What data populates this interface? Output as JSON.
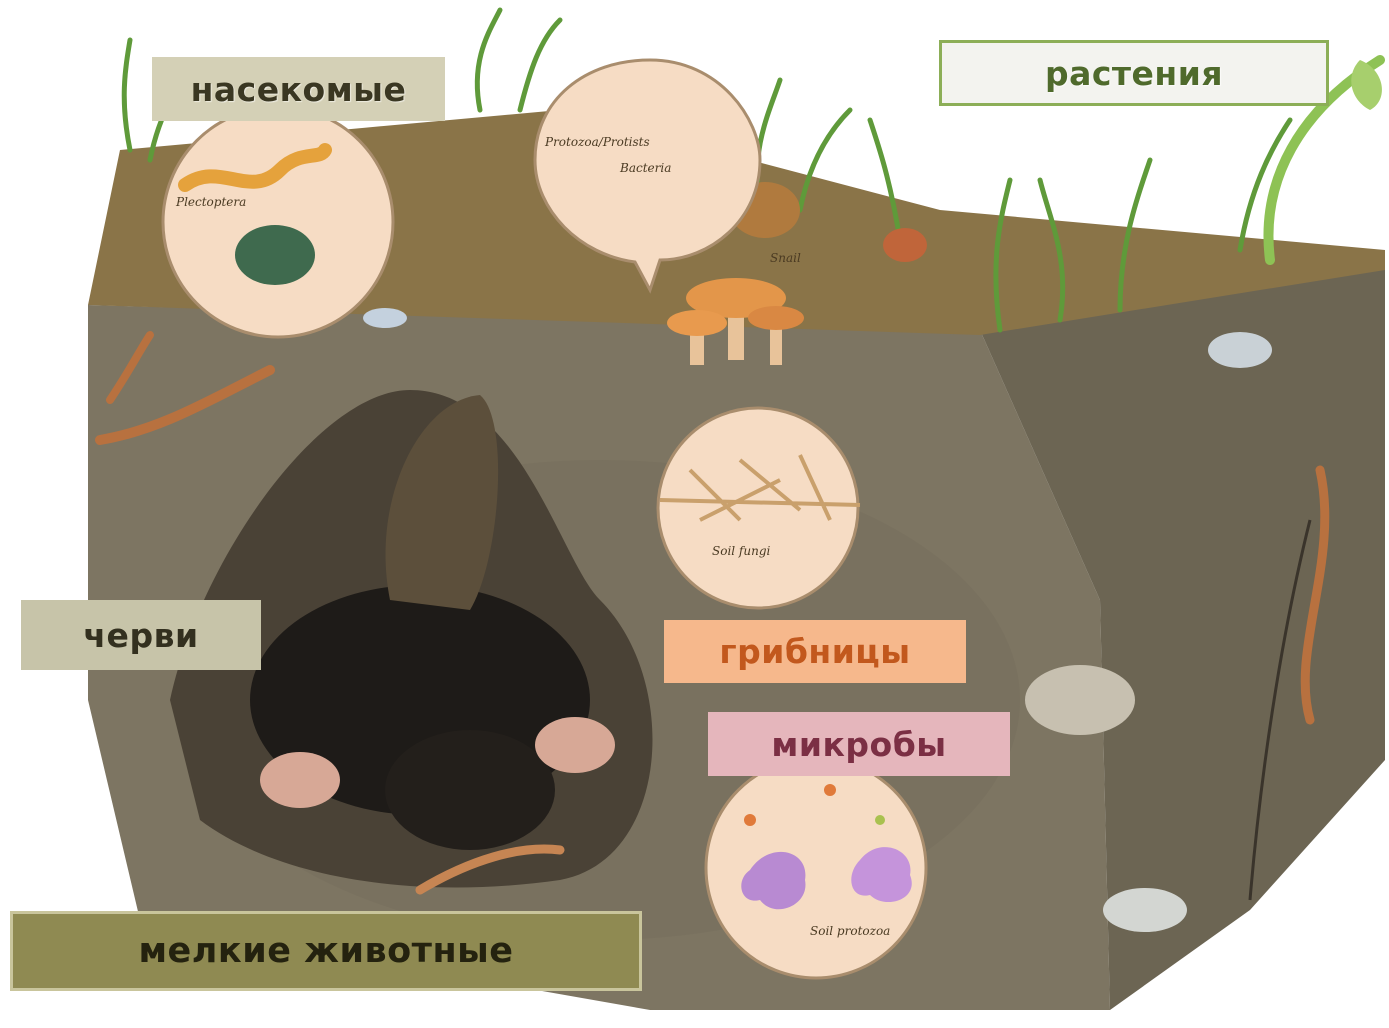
{
  "labels": {
    "insects": "насекомые",
    "plants": "растения",
    "worms": "черви",
    "fungi": "грибницы",
    "microbes": "микробы",
    "small_animals": "мелкие животные"
  },
  "illustration_text": {
    "insect_larva": "Plectoptera",
    "protozoa_top": "Protozoa/Protists",
    "bacteria": "Bacteria",
    "snail": "Snail",
    "soil_fungi": "Soil fungi",
    "soil_protozoa": "Soil protozoa"
  },
  "colors": {
    "soil": "#7d7562",
    "soil_dark": "#5e574a",
    "topsoil": "#8a7448",
    "grass": "#5f9a3a",
    "mole": "#1e1b18",
    "worm": "#b8713f",
    "circle_bg": "#f6dcc4"
  }
}
